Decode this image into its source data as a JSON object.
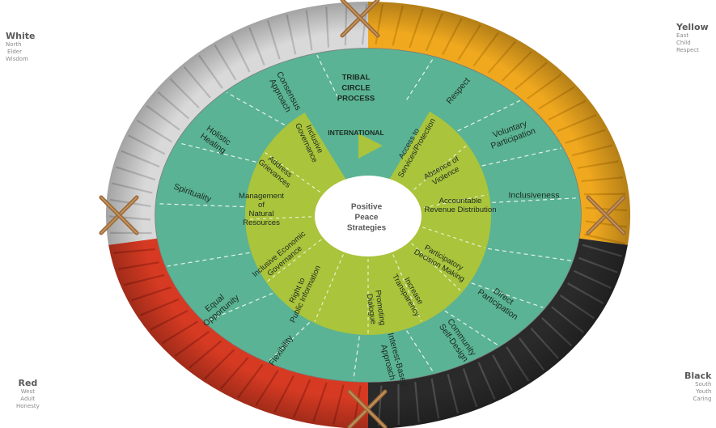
{
  "corners": {
    "white": {
      "title": "White",
      "lines": [
        "North",
        "Elder",
        "Wisdom"
      ]
    },
    "yellow": {
      "title": "Yellow",
      "lines": [
        "East",
        "Child",
        "Respect"
      ]
    },
    "red": {
      "title": "Red",
      "lines": [
        "West",
        "Adult",
        "Honesty"
      ]
    },
    "black": {
      "title": "Black",
      "lines": [
        "South",
        "Youth",
        "Caring"
      ]
    }
  },
  "center": {
    "lines": [
      "Positive",
      "Peace",
      "Strategies"
    ]
  },
  "top_label": {
    "lines": [
      "TRIBAL",
      "CIRCLE",
      "PROCESS"
    ]
  },
  "international_label": "INTERNATIONAL",
  "outer_items": [
    {
      "lines": [
        "Respect"
      ]
    },
    {
      "lines": [
        "Voluntary",
        "Participation"
      ]
    },
    {
      "lines": [
        "Inclusiveness"
      ]
    },
    {
      "lines": [
        "Direct",
        "Participation"
      ]
    },
    {
      "lines": [
        "Community",
        "Self-Design"
      ]
    },
    {
      "lines": [
        "Interest-Based",
        "Approach"
      ]
    },
    {
      "lines": [
        "Flexibility"
      ]
    },
    {
      "lines": [
        "Equal",
        "Opportunity"
      ]
    },
    {
      "lines": [
        "Spirituality"
      ]
    },
    {
      "lines": [
        "Holistic",
        "Healing"
      ]
    },
    {
      "lines": [
        "Consensus",
        "Approach"
      ]
    }
  ],
  "inner_items": [
    {
      "lines": [
        "Access to",
        "Services/Protection"
      ]
    },
    {
      "lines": [
        "Absence of",
        "Violence"
      ]
    },
    {
      "lines": [
        "Accountable",
        "Revenue Distribution"
      ]
    },
    {
      "lines": [
        "Participatory",
        "Decision Making"
      ]
    },
    {
      "lines": [
        "Increase",
        "Transparency"
      ]
    },
    {
      "lines": [
        "Promoting",
        "Dialogue"
      ]
    },
    {
      "lines": [
        "Right to",
        "Public Information"
      ]
    },
    {
      "lines": [
        "Inclusive Economic",
        "Governance"
      ]
    },
    {
      "lines": [
        "Management",
        "of",
        "Natural",
        "Resources"
      ]
    },
    {
      "lines": [
        "Address",
        "Grievances"
      ]
    },
    {
      "lines": [
        "Inclusive",
        "Governance"
      ]
    }
  ],
  "colors": {
    "teal": "#5ab394",
    "lime": "#aac43c",
    "white_quadrant": "#d9d9d9",
    "yellow_quadrant": "#f0a91f",
    "red_quadrant": "#d63a22",
    "black_quadrant": "#2a2a2a",
    "stick": "#9a6a3a"
  }
}
